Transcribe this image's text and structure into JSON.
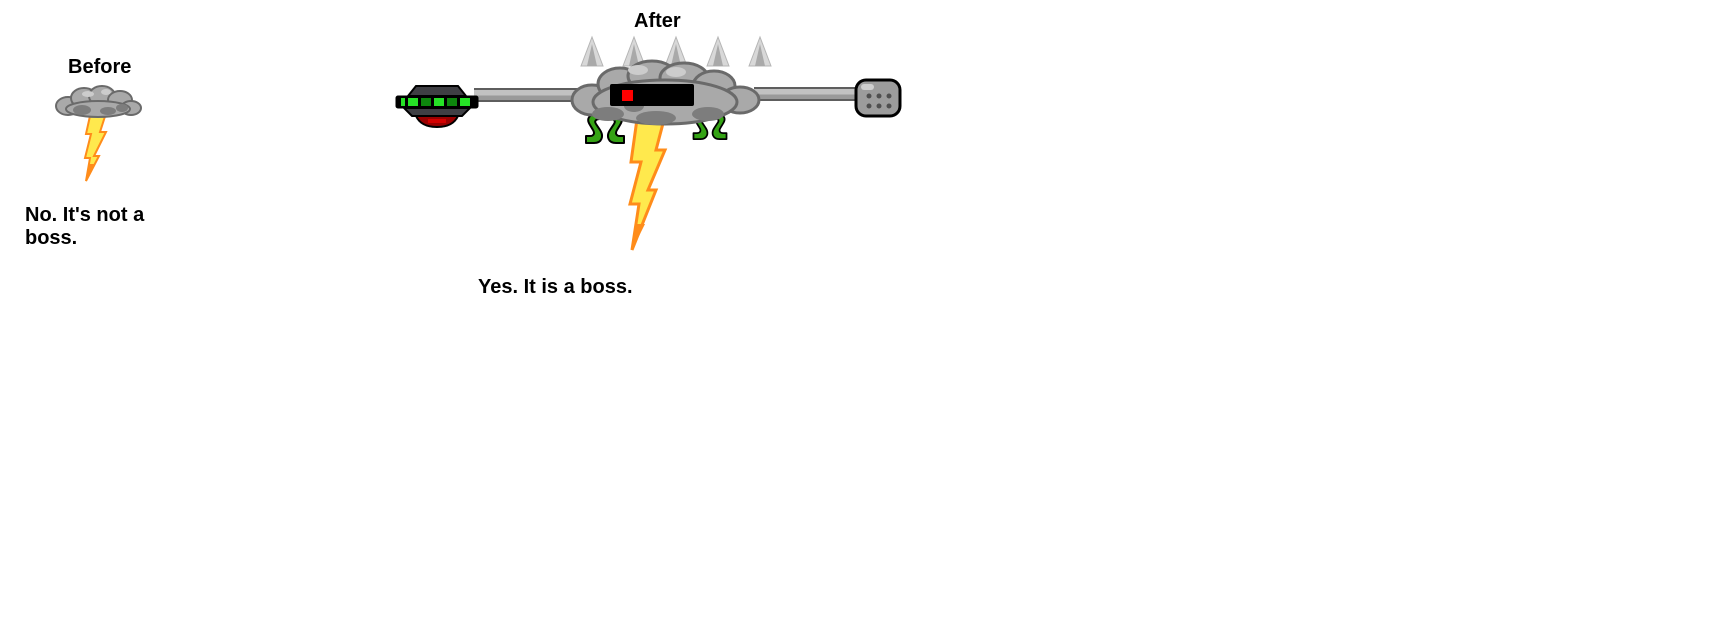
{
  "before": {
    "label": "Before",
    "caption_line1": "No. It's not a",
    "caption_line2": "boss.",
    "sprite": "storm-cloud-with-lightning"
  },
  "after": {
    "label": "After",
    "caption": "Yes. It is a boss.",
    "sprite": "mechanized-storm-cloud-boss",
    "parts": [
      "spike-row-icon",
      "red-eye-visor-icon",
      "saucer-blaster-icon",
      "mace-gripper-icon",
      "claw-legs-icon",
      "lightning-bolt-icon"
    ]
  },
  "colors": {
    "background": "#ffffff",
    "text": "#000000",
    "cloud_fill": "#a9a9a9",
    "cloud_shade": "#7d7d7d",
    "cloud_outline": "#6a6a6a",
    "cloud_highlight": "#cccccc",
    "spike_fill": "#d8d8d8",
    "spike_core": "#a9a9a9",
    "bolt_fill": "#ffe94d",
    "bolt_outline": "#ff8c1a",
    "visor": "#000000",
    "eye_red": "#ff0000",
    "rod_light": "#c2c2c2",
    "rod_mid": "#9a9a9a",
    "rod_dark": "#5e5e5e",
    "saucer_dark": "#3f3f44",
    "saucer_black": "#000000",
    "saucer_green_bright": "#26e226",
    "saucer_green_dark": "#0d870d",
    "saucer_red": "#990000",
    "saucer_red_bright": "#d40000",
    "claw_green": "#35a315",
    "gripper_fill": "#9c9c9c",
    "gripper_highlight": "#cfcfcf",
    "gripper_stud": "#4f4f4f",
    "outline_black": "#000000"
  }
}
